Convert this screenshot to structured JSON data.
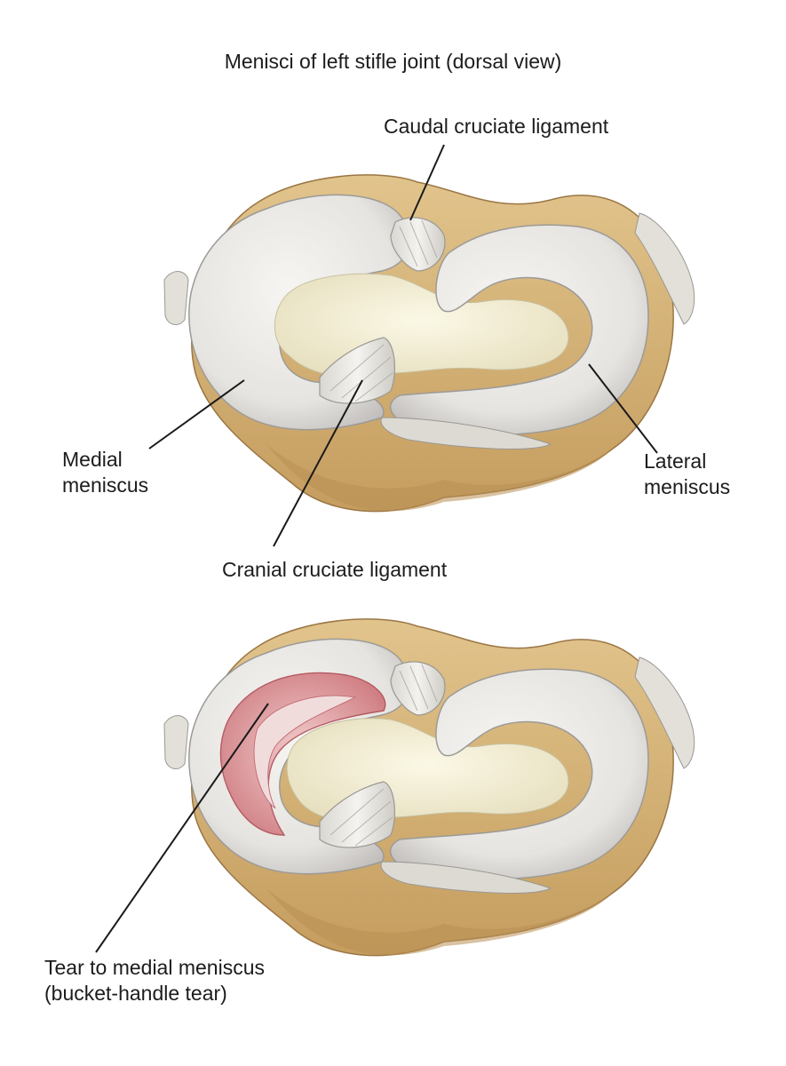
{
  "figure": {
    "title": "Menisci of left stifle joint (dorsal view)"
  },
  "labels": {
    "caudal": "Caudal cruciate ligament",
    "medial_line1": "Medial",
    "medial_line2": "meniscus",
    "lateral_line1": "Lateral",
    "lateral_line2": "meniscus",
    "cranial": "Cranial cruciate ligament",
    "tear_line1": "Tear to medial meniscus",
    "tear_line2": "(bucket-handle tear)"
  },
  "colors": {
    "bone": "#d8b378",
    "bone_dark": "#b8915a",
    "meniscus": "#eceae4",
    "meniscus_shade": "#c9c6c4",
    "tibial_plateau": "#f2edd4",
    "ligament": "#e4e2dc",
    "tear": "#d98c8f",
    "leader_line": "#1a1a1a"
  }
}
